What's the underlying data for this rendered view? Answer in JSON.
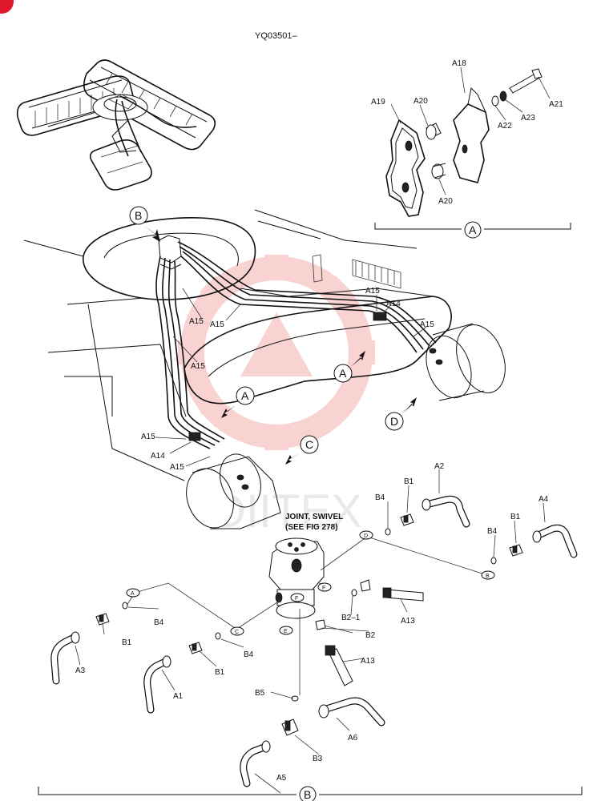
{
  "doc_id": "YQ03501–",
  "callouts": {
    "A1": "A1",
    "A2": "A2",
    "A3": "A3",
    "A4": "A4",
    "A5": "A5",
    "A6": "A6",
    "A13": "A13",
    "A14": "A14",
    "A15": "A15",
    "A18": "A18",
    "A19": "A19",
    "A20": "A20",
    "A21": "A21",
    "A22": "A22",
    "A23": "A23",
    "B1": "B1",
    "B2": "B2",
    "B2_1": "B2–1",
    "B3": "B3",
    "B4": "B4",
    "B5": "B5"
  },
  "view_letters": {
    "A": "A",
    "B": "B",
    "C": "C",
    "D": "D",
    "E": "E",
    "F": "F"
  },
  "swivel_note": {
    "line1": "JOINT, SWIVEL",
    "line2": "(SEE FIG 278)"
  },
  "watermark": {
    "text": "DIITEX",
    "color": "#e8202a"
  },
  "colors": {
    "ink": "#111111",
    "corner_badge": "#e0182c",
    "watermark": "#f08080"
  }
}
